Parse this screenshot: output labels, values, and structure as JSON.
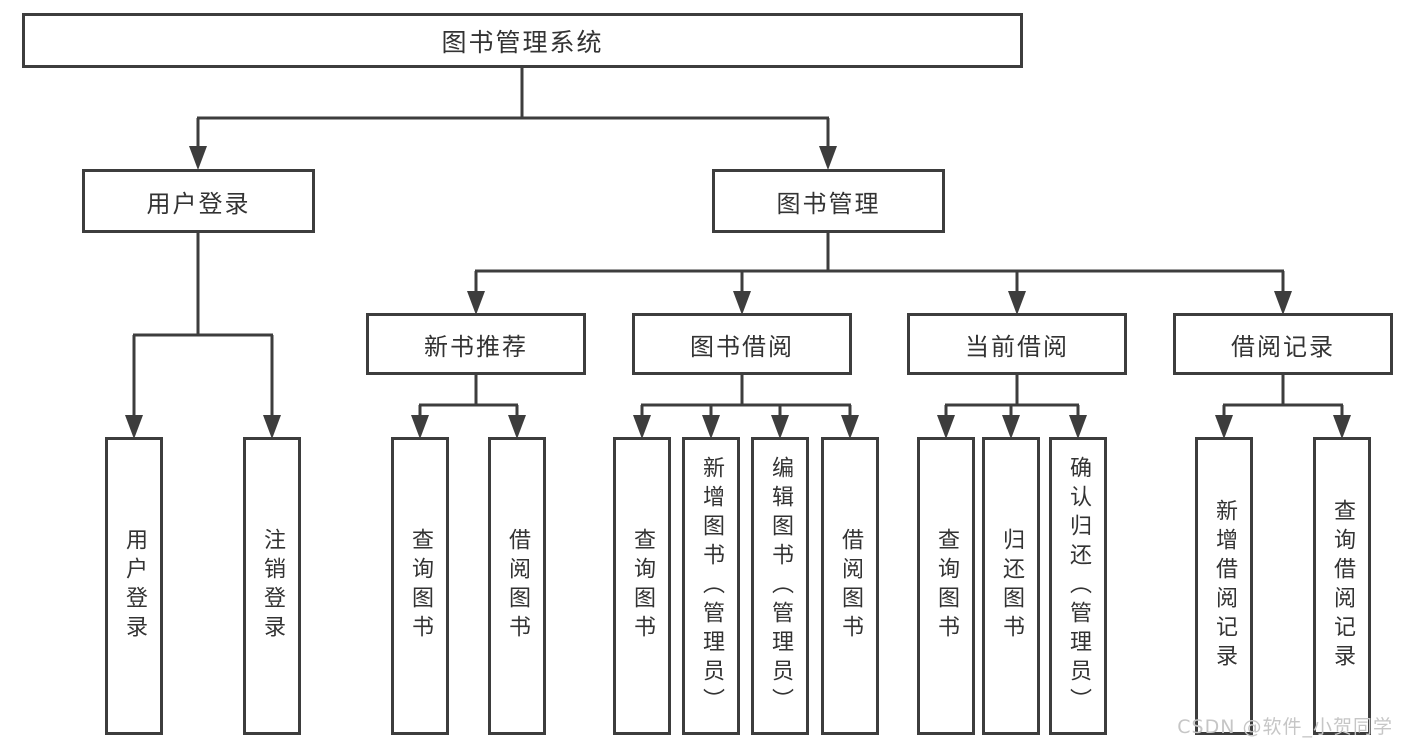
{
  "page": {
    "background": "#ffffff",
    "line_color": "#3d3d3d",
    "text_color": "#333333",
    "watermark_color": "#c6c6c6"
  },
  "diagram": {
    "root": {
      "label": "图书管理系统"
    },
    "level2": [
      {
        "id": "user-login",
        "label": "用户登录"
      },
      {
        "id": "book-management",
        "label": "图书管理"
      }
    ],
    "level3": [
      {
        "id": "new-book-recommend",
        "label": "新书推荐"
      },
      {
        "id": "book-borrowing",
        "label": "图书借阅"
      },
      {
        "id": "current-borrowing",
        "label": "当前借阅"
      },
      {
        "id": "borrowing-records",
        "label": "借阅记录"
      }
    ],
    "leaves": [
      {
        "id": "user-login-action",
        "label": "用户登录"
      },
      {
        "id": "logout-action",
        "label": "注销登录"
      },
      {
        "id": "query-books-recommend",
        "label": "查询图书"
      },
      {
        "id": "borrow-books-recommend",
        "label": "借阅图书"
      },
      {
        "id": "query-books-borrowing",
        "label": "查询图书"
      },
      {
        "id": "add-books-admin",
        "label": "新增图书（管理员）"
      },
      {
        "id": "edit-books-admin",
        "label": "编辑图书（管理员）"
      },
      {
        "id": "borrow-books-borrowing",
        "label": "借阅图书"
      },
      {
        "id": "query-books-current",
        "label": "查询图书"
      },
      {
        "id": "return-books",
        "label": "归还图书"
      },
      {
        "id": "confirm-return-admin",
        "label": "确认归还（管理员）"
      },
      {
        "id": "add-borrow-record",
        "label": "新增借阅记录"
      },
      {
        "id": "query-borrow-record",
        "label": "查询借阅记录"
      }
    ]
  },
  "watermark": {
    "text": "CSDN @软件_小贺同学"
  }
}
